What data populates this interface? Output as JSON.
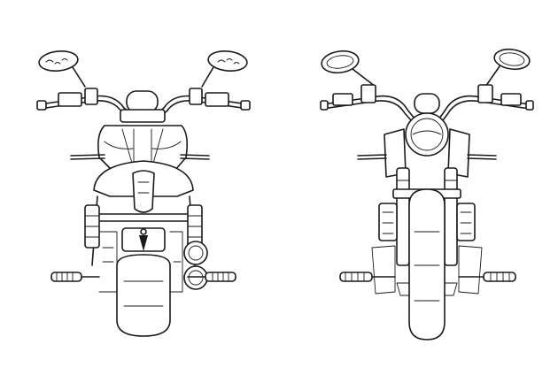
{
  "figure": {
    "background": "#ffffff",
    "line_color": "#1a1a1a",
    "views": [
      {
        "id": "rear-view",
        "subject": "motorcycle-rear-elevation"
      },
      {
        "id": "front-view",
        "subject": "motorcycle-front-elevation"
      }
    ]
  }
}
